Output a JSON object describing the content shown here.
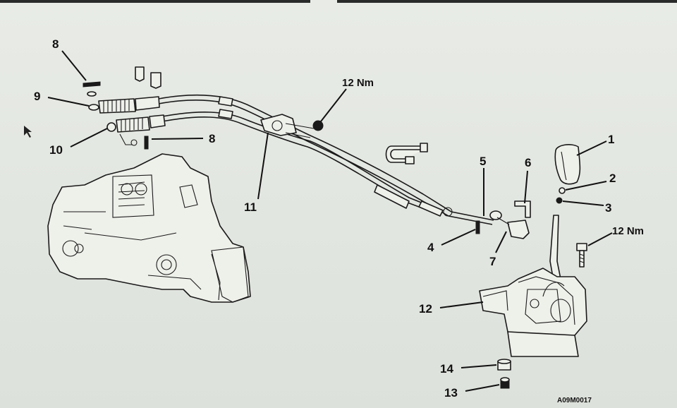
{
  "labels": {
    "n1": "1",
    "n2": "2",
    "n3": "3",
    "n4": "4",
    "n5": "5",
    "n6": "6",
    "n7": "7",
    "n8a": "8",
    "n8b": "8",
    "n9": "9",
    "n10": "10",
    "n11": "11",
    "n12": "12",
    "n13": "13",
    "n14": "14",
    "torque_top": "12 Nm",
    "torque_right": "12 Nm"
  },
  "figure_code": "A09M0017"
}
